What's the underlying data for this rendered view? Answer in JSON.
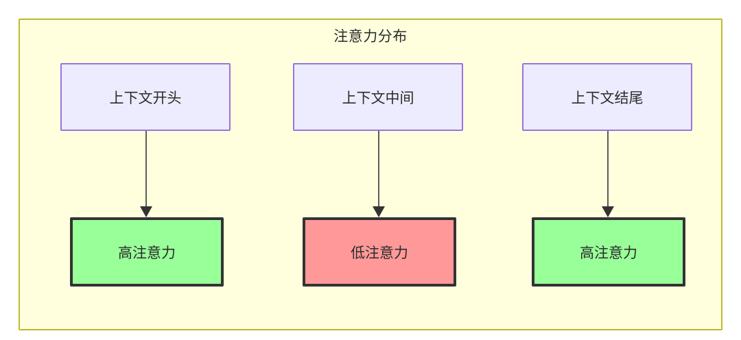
{
  "diagram": {
    "type": "flowchart",
    "direction": "top-down",
    "container": {
      "title": "注意力分布",
      "fill_color": "#ffffde",
      "border_color": "#bdb92e"
    },
    "nodes": [
      {
        "id": "ctx-start",
        "label": "上下文开头",
        "row": "top",
        "column": 1,
        "fill_color": "#ececfe",
        "border_color": "#9b72e0"
      },
      {
        "id": "ctx-middle",
        "label": "上下文中间",
        "row": "top",
        "column": 2,
        "fill_color": "#ececfe",
        "border_color": "#9b72e0"
      },
      {
        "id": "ctx-end",
        "label": "上下文结尾",
        "row": "top",
        "column": 3,
        "fill_color": "#ececfe",
        "border_color": "#9b72e0"
      },
      {
        "id": "attn-high-start",
        "label": "高注意力",
        "row": "bottom",
        "column": 1,
        "fill_color": "#99ff99",
        "border_color": "#333333"
      },
      {
        "id": "attn-low-middle",
        "label": "低注意力",
        "row": "bottom",
        "column": 2,
        "fill_color": "#ff9999",
        "border_color": "#333333"
      },
      {
        "id": "attn-high-end",
        "label": "高注意力",
        "row": "bottom",
        "column": 3,
        "fill_color": "#99ff99",
        "border_color": "#333333"
      }
    ],
    "edges": [
      {
        "from": "ctx-start",
        "to": "attn-high-start",
        "label": "",
        "arrow": "down"
      },
      {
        "from": "ctx-middle",
        "to": "attn-low-middle",
        "label": "",
        "arrow": "down"
      },
      {
        "from": "ctx-end",
        "to": "attn-high-end",
        "label": "",
        "arrow": "down"
      }
    ]
  }
}
